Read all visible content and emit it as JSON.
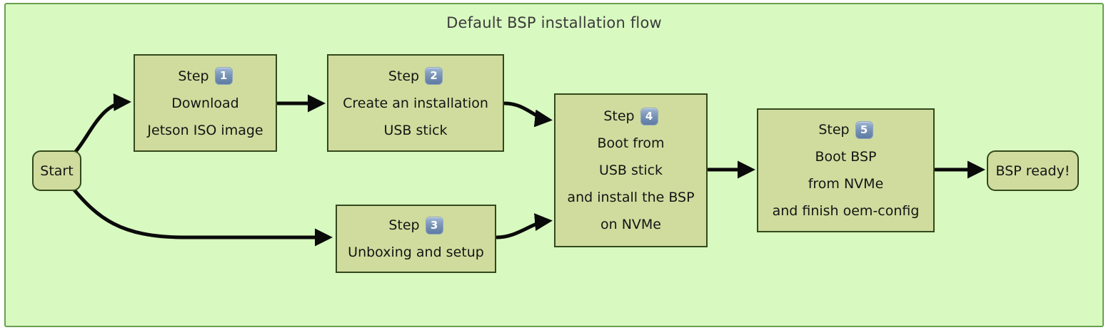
{
  "title": "Default BSP installation flow",
  "colors": {
    "diagram_background": "#d8f9c0",
    "diagram_border": "#69a050",
    "node_fill": "#d0dc9e",
    "node_border": "#33491b",
    "arrow": "#0a0a0a",
    "badge_background": "#6d89ad",
    "badge_text": "#ffffff",
    "title_text": "#3b3b3b",
    "node_text": "#141414"
  },
  "nodes": [
    {
      "id": "start",
      "type": "terminal",
      "label": "Start"
    },
    {
      "id": "step1",
      "type": "process",
      "step_label": "Step",
      "step_number": "1",
      "lines": [
        "Download",
        "Jetson ISO image"
      ]
    },
    {
      "id": "step2",
      "type": "process",
      "step_label": "Step",
      "step_number": "2",
      "lines": [
        "Create an installation",
        "USB stick"
      ]
    },
    {
      "id": "step3",
      "type": "process",
      "step_label": "Step",
      "step_number": "3",
      "lines": [
        "Unboxing and setup"
      ]
    },
    {
      "id": "step4",
      "type": "process",
      "step_label": "Step",
      "step_number": "4",
      "lines": [
        "Boot from",
        "USB stick",
        "and install the BSP",
        "on NVMe"
      ]
    },
    {
      "id": "step5",
      "type": "process",
      "step_label": "Step",
      "step_number": "5",
      "lines": [
        "Boot BSP",
        "from NVMe",
        "and finish oem-config"
      ]
    },
    {
      "id": "bsp-ready",
      "type": "terminal",
      "label": "BSP ready!"
    }
  ],
  "edges": [
    {
      "from": "start",
      "to": "step1"
    },
    {
      "from": "start",
      "to": "step3"
    },
    {
      "from": "step1",
      "to": "step2"
    },
    {
      "from": "step2",
      "to": "step4"
    },
    {
      "from": "step3",
      "to": "step4"
    },
    {
      "from": "step4",
      "to": "step5"
    },
    {
      "from": "step5",
      "to": "bsp-ready"
    }
  ]
}
